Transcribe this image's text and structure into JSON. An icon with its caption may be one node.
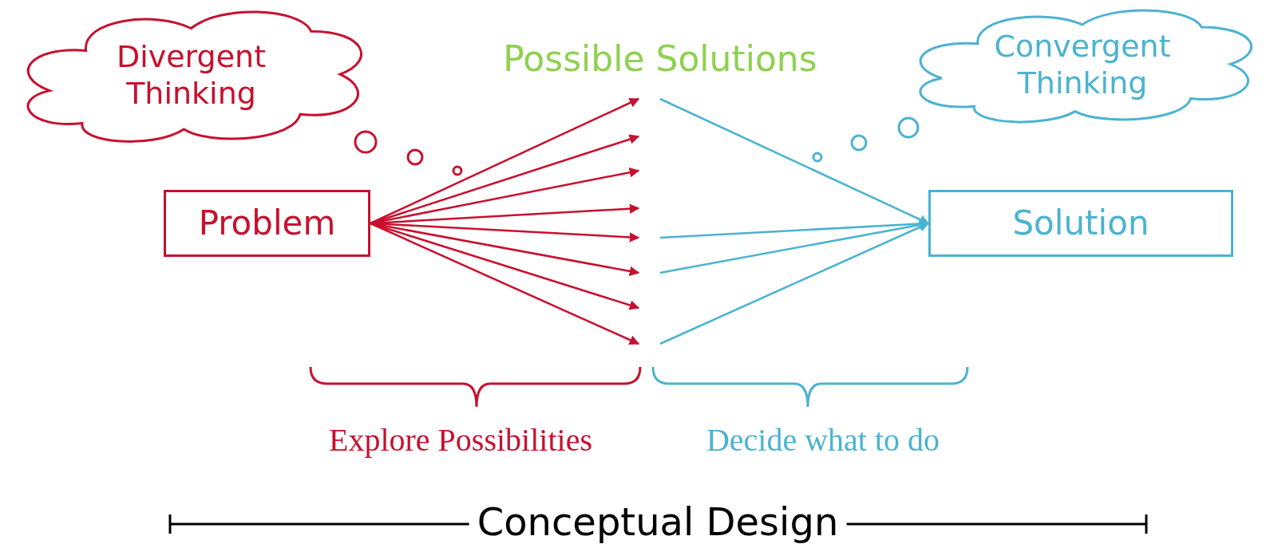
{
  "diagram": {
    "nodes": [
      {
        "text": [
          "Divergent Thinking"
        ]
      },
      {
        "text": [
          "Convergent Thinking"
        ]
      },
      {
        "text": [
          "Problem"
        ]
      },
      {
        "text": [
          "Solution"
        ]
      }
    ],
    "edges": [
      {
        "from": 2,
        "to": null,
        "arrow": "to"
      },
      {
        "from": 2,
        "to": null,
        "arrow": "to"
      },
      {
        "from": 2,
        "to": null,
        "arrow": "to"
      },
      {
        "from": 2,
        "to": null,
        "arrow": "to"
      },
      {
        "from": 2,
        "to": null,
        "arrow": "to"
      },
      {
        "from": 2,
        "to": null,
        "arrow": "to"
      },
      {
        "from": 2,
        "to": null,
        "arrow": "to"
      },
      {
        "from": 2,
        "to": null,
        "arrow": "to"
      },
      {
        "from": null,
        "to": 3,
        "arrow": "to",
        "color": "#4bb3d1"
      },
      {
        "from": null,
        "to": 3,
        "arrow": "to",
        "color": "#4bb3d1"
      },
      {
        "from": null,
        "to": 3,
        "arrow": "to",
        "color": "#4bb3d1"
      },
      {
        "from": null,
        "to": 3,
        "arrow": "to",
        "color": "#4bb3d1"
      }
    ],
    "labels": [
      "Possible Solutions",
      "Explore Possibilities",
      "Decide what to do",
      "Conceptual Design"
    ]
  }
}
